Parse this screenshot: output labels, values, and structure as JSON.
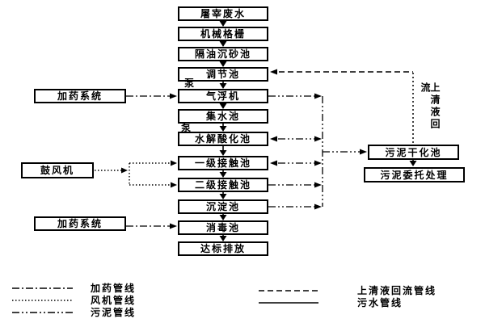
{
  "flow": {
    "main": [
      {
        "label": "屠宰废水"
      },
      {
        "label": "机械格栅"
      },
      {
        "label": "隔油沉砂池"
      },
      {
        "label": "调节池"
      },
      {
        "label": "气浮机"
      },
      {
        "label": "集水池"
      },
      {
        "label": "水解酸化池"
      },
      {
        "label": "一级接触池"
      },
      {
        "label": "二级接触池"
      },
      {
        "label": "沉淀池"
      },
      {
        "label": "消毒池"
      },
      {
        "label": "达标排放"
      }
    ],
    "pumps": [
      {
        "label": "泵"
      },
      {
        "label": "泵"
      }
    ],
    "left": [
      {
        "label": "加药系统"
      },
      {
        "label": "鼓风机"
      },
      {
        "label": "加药系统"
      }
    ],
    "right": [
      {
        "label": "污泥干化池"
      },
      {
        "label": "污泥委托处理"
      }
    ],
    "annotation": "上清液回流"
  },
  "legend": {
    "items": [
      {
        "style": "dash-dot",
        "label": "加药管线"
      },
      {
        "style": "dotted",
        "label": "风机管线"
      },
      {
        "style": "dash-dot-dot",
        "label": "污泥管线"
      },
      {
        "style": "dashed",
        "label": "上清液回流管线"
      },
      {
        "style": "solid",
        "label": "污水管线"
      }
    ]
  },
  "colors": {
    "line": "#000000",
    "background": "#ffffff",
    "box_fill": "#ffffff",
    "text": "#000000"
  }
}
